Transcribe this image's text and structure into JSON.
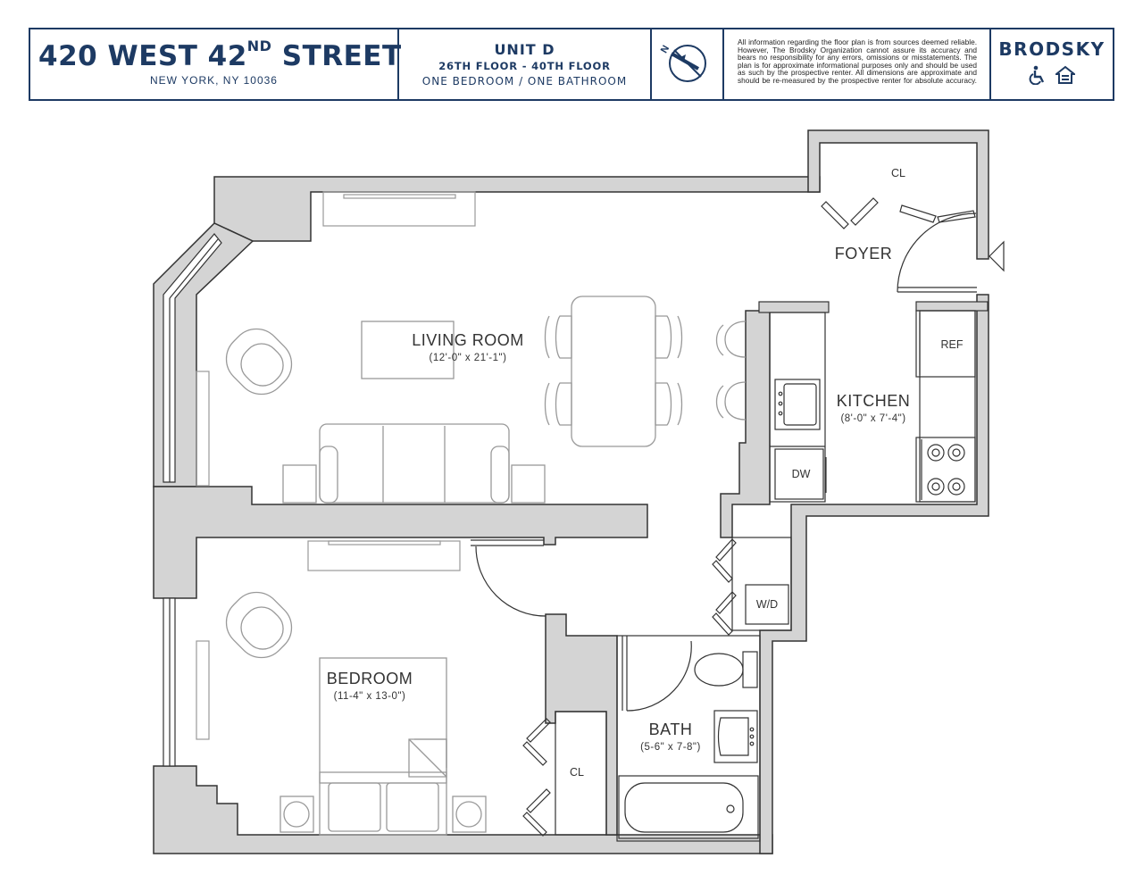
{
  "header": {
    "address": {
      "street_main": "420 WEST 42",
      "street_sup": "ND",
      "street_end": " STREET",
      "city_line": "NEW YORK, NY 10036"
    },
    "unit": {
      "name": "UNIT D",
      "floors": "26TH FLOOR - 40TH FLOOR",
      "rooms": "ONE BEDROOM / ONE BATHROOM"
    },
    "compass_icon": "north-arrow-icon",
    "compass_letter": "N",
    "disclaimer": "All information regarding the floor plan is from sources deemed reliable. However, The Brodsky Organization cannot assure its accuracy and bears no responsibility for any errors, omissions or misstatements. The plan is for approximate informational purposes only and should be used as such by the prospective renter. All dimensions are approximate and should be re-measured by the prospective renter for absolute accuracy.",
    "brand": {
      "name": "BRODSKY",
      "icons": [
        "accessibility-icon",
        "equal-housing-icon"
      ]
    }
  },
  "plan": {
    "colors": {
      "wall": "#d4d4d4",
      "line": "#333333",
      "furniture": "#999999",
      "brand": "#1d3a63"
    },
    "rooms": {
      "living": {
        "name": "LIVING ROOM",
        "dims": "(12'-0\" x 21'-1\")"
      },
      "kitchen": {
        "name": "KITCHEN",
        "dims": "(8'-0\" x 7'-4\")"
      },
      "foyer": {
        "name": "FOYER"
      },
      "bedroom": {
        "name": "BEDROOM",
        "dims": "(11-4\" x 13-0\")"
      },
      "bath": {
        "name": "BATH",
        "dims": "(5-6\" x 7-8\")"
      }
    },
    "fixtures": {
      "foyer_closet": "CL",
      "bedroom_closet": "CL",
      "refrigerator": "REF",
      "dishwasher": "DW",
      "washer_dryer": "W/D"
    }
  }
}
